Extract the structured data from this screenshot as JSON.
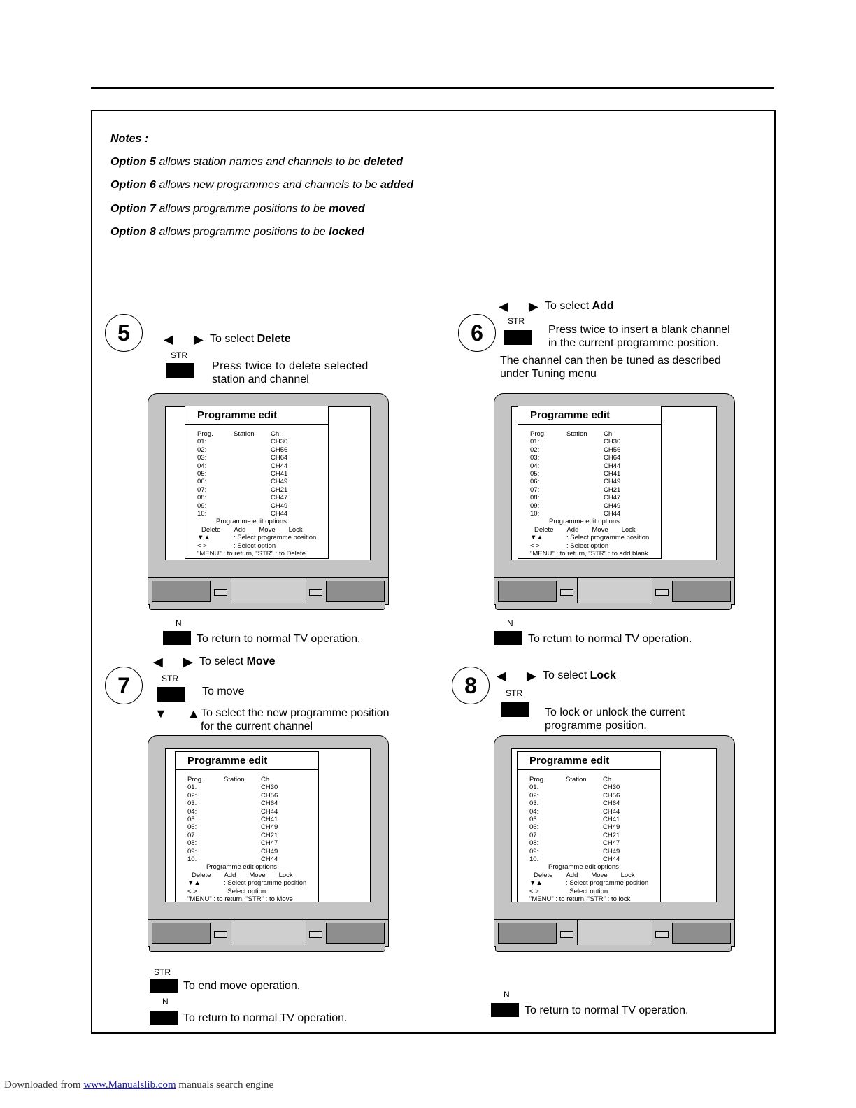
{
  "notes": {
    "title": "Notes :",
    "items": [
      {
        "prefix": "Option",
        "num": "5",
        "mid": "allows station names and channels to be",
        "action": "deleted"
      },
      {
        "prefix": "Option",
        "num": "6",
        "mid": "allows new programmes and channels to be",
        "action": "added"
      },
      {
        "prefix": "Option",
        "num": "7",
        "mid": "allows programme positions to be",
        "action": "moved"
      },
      {
        "prefix": "Option",
        "num": "8",
        "mid": "allows programme positions to be",
        "action": "locked"
      }
    ]
  },
  "arrows_lr": "◀ ▶",
  "arrows_ud": "▼ ▲",
  "key_str": "STR",
  "key_n": "N",
  "to_select": "To select",
  "return_text": "To return to normal TV operation.",
  "menu": {
    "title": "Programme edit",
    "col_prog": "Prog.",
    "col_station": "Station",
    "col_ch": "Ch.",
    "rows": [
      {
        "p": "01:",
        "c": "CH30"
      },
      {
        "p": "02:",
        "c": "CH56"
      },
      {
        "p": "03:",
        "c": "CH64"
      },
      {
        "p": "04:",
        "c": "CH44"
      },
      {
        "p": "05:",
        "c": "CH41"
      },
      {
        "p": "06:",
        "c": "CH49"
      },
      {
        "p": "07:",
        "c": "CH21"
      },
      {
        "p": "08:",
        "c": "CH47"
      },
      {
        "p": "09:",
        "c": "CH49"
      },
      {
        "p": "10:",
        "c": "CH44"
      }
    ],
    "options_title": "Programme edit options",
    "options": [
      "Delete",
      "Add",
      "Move",
      "Lock"
    ],
    "hint_ud_key": "▼▲",
    "hint_ud": ": Select programme position",
    "hint_lr_key": "<  >",
    "hint_lr": ": Select option"
  },
  "step5": {
    "num": "5",
    "word": "Delete",
    "press_line1": "Press twice to delete selected",
    "press_line2": "station and channel",
    "menu_footer": "\"MENU\" : to return, \"STR\" : to Delete"
  },
  "step6": {
    "num": "6",
    "word": "Add",
    "press_line1": "Press twice to insert a blank channel",
    "press_line2": "in the current programme position.",
    "extra_line1": "The channel can then be tuned as described",
    "extra_line2": "under Tuning menu",
    "menu_footer": "\"MENU\" : to return, \"STR\" : to add blank"
  },
  "step7": {
    "num": "7",
    "word": "Move",
    "str_text": "To move",
    "ud_line1": "To select the new programme position",
    "ud_line2": "for the current channel",
    "menu_footer": "\"MENU\" : to return, \"STR\" : to Move",
    "end_text": "To end move operation."
  },
  "step8": {
    "num": "8",
    "word": "Lock",
    "str_line1": "To lock or unlock the current",
    "str_line2": "programme position.",
    "menu_footer": "\"MENU\" : to return, \"STR\" : to lock"
  },
  "footer": {
    "prefix": "Downloaded from",
    "link": "www.Manualslib.com",
    "suffix": "manuals search engine"
  }
}
